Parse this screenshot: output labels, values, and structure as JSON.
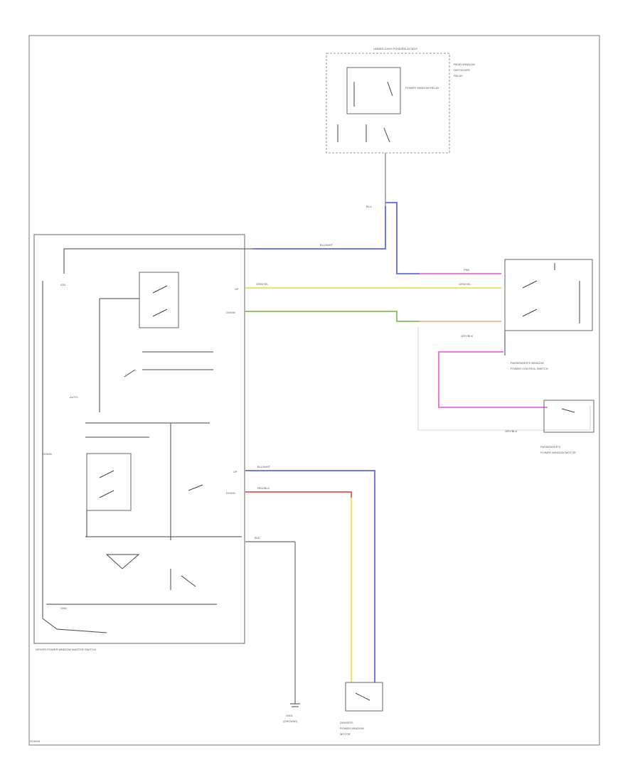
{
  "palette": {
    "blue": "#7777ee",
    "yellow": "#e6e66a",
    "green": "#8fc86a",
    "pink": "#ee77ee",
    "orange": "#f0c090",
    "red": "#ee6666",
    "gray": "#999999"
  },
  "labels": {
    "main_module_caption": "DRIVER POWER WINDOW MASTER SWITCH",
    "passenger_switch_caption_1": "PASSENGER'S WINDOW",
    "passenger_switch_caption_2": "POWER CONTROL SWITCH",
    "motor_caption_1": "PASSENGER'S",
    "motor_caption_2": "POWER WINDOW MOTOR",
    "ground_caption_1": "G501",
    "ground_caption_2": "(GROUND)",
    "driver_motor_caption_1": "DRIVER'S",
    "driver_motor_caption_2": "POWER WINDOW",
    "driver_motor_caption_3": "MOTOR",
    "fuse_box_caption": "UNDER-DASH FUSE/RELAY BOX",
    "relay_caption": "POWER WINDOW RELAY",
    "wire_up": "UP",
    "wire_down": "DOWN",
    "wire_grn": "GRN/YEL",
    "wire_blk": "BLK",
    "wire_blu": "BLU/WHT",
    "wire_red": "RED/BLK",
    "wire_pnk": "PNK",
    "footer_code": "G24044"
  }
}
